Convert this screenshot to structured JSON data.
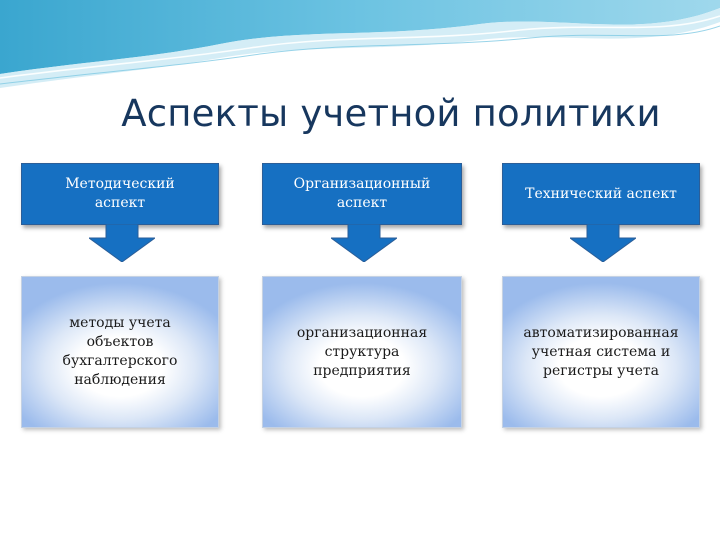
{
  "slide": {
    "title": "Аспекты учетной политики"
  },
  "aspects": [
    {
      "header_lines": [
        "Методический",
        "аспект"
      ],
      "content_lines": [
        "методы учета",
        "объектов",
        "бухгалтерского",
        "наблюдения"
      ]
    },
    {
      "header_lines": [
        "Организационный",
        "аспект"
      ],
      "content_lines": [
        "организационная",
        "структура",
        "предприятия"
      ]
    },
    {
      "header_lines": [
        "Технический аспект"
      ],
      "content_lines": [
        "автоматизированная",
        "учетная система и",
        "регистры учета"
      ]
    }
  ],
  "colors": {
    "header_fill": "#1670c2",
    "arrow_fill": "#1670c2",
    "title_text": "#17375e",
    "content_glow": "#9bbbec"
  }
}
